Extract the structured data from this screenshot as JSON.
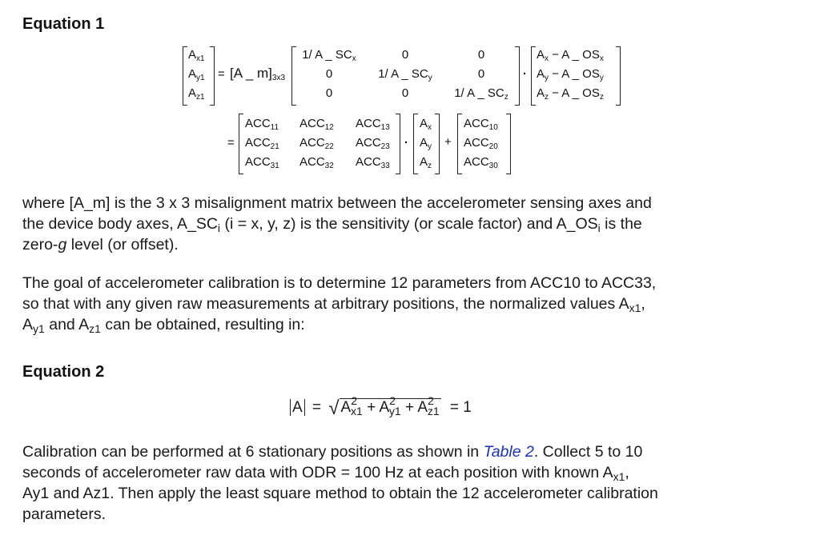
{
  "equation1": {
    "heading": "Equation 1",
    "lhs_vector": [
      {
        "base": "A",
        "sub": "x1"
      },
      {
        "base": "A",
        "sub": "y1"
      },
      {
        "base": "A",
        "sub": "z1"
      }
    ],
    "equals": "=",
    "misalignment": {
      "base": "[A _ m]",
      "sub": "3x3"
    },
    "scale_matrix": [
      [
        {
          "base": "1/ A _ SC",
          "sub": "x"
        },
        {
          "base": "0",
          "sub": ""
        },
        {
          "base": "0",
          "sub": ""
        }
      ],
      [
        {
          "base": "0",
          "sub": ""
        },
        {
          "base": "1/ A _ SC",
          "sub": "y"
        },
        {
          "base": "0",
          "sub": ""
        }
      ],
      [
        {
          "base": "0",
          "sub": ""
        },
        {
          "base": "0",
          "sub": ""
        },
        {
          "base": "1/ A _ SC",
          "sub": "z"
        }
      ]
    ],
    "dot": "·",
    "offset_vector": [
      {
        "a": "A",
        "asub": "x",
        "minus": "−",
        "b": "A _ OS",
        "bsub": "x"
      },
      {
        "a": "A",
        "asub": "y",
        "minus": "−",
        "b": "A _ OS",
        "bsub": "y"
      },
      {
        "a": "A",
        "asub": "z",
        "minus": "−",
        "b": "A _ OS",
        "bsub": "z"
      }
    ],
    "acc_matrix": [
      [
        {
          "base": "ACC",
          "sub": "11"
        },
        {
          "base": "ACC",
          "sub": "12"
        },
        {
          "base": "ACC",
          "sub": "13"
        }
      ],
      [
        {
          "base": "ACC",
          "sub": "21"
        },
        {
          "base": "ACC",
          "sub": "22"
        },
        {
          "base": "ACC",
          "sub": "23"
        }
      ],
      [
        {
          "base": "ACC",
          "sub": "31"
        },
        {
          "base": "ACC",
          "sub": "32"
        },
        {
          "base": "ACC",
          "sub": "33"
        }
      ]
    ],
    "raw_vector": [
      {
        "base": "A",
        "sub": "x"
      },
      {
        "base": "A",
        "sub": "y"
      },
      {
        "base": "A",
        "sub": "z"
      }
    ],
    "plus": "+",
    "acc_offset_vector": [
      {
        "base": "ACC",
        "sub": "10"
      },
      {
        "base": "ACC",
        "sub": "20"
      },
      {
        "base": "ACC",
        "sub": "30"
      }
    ]
  },
  "paragraph1": {
    "line1": "where [A_m] is the 3 x 3 misalignment matrix between the accelerometer sensing axes and",
    "line2_a": "the device body axes, A_SC",
    "line2_sub1": "i",
    "line2_b": " (i = x, y, z) is the sensitivity (or scale factor) and A_OS",
    "line2_sub2": "i",
    "line2_c": " is the",
    "line3_a": "zero-",
    "line3_italic": "g",
    "line3_b": " level (or offset)."
  },
  "paragraph2": {
    "line1": "The goal of accelerometer calibration is to determine 12 parameters from ACC10 to ACC33,",
    "line2_a": "so that with any given raw measurements at arbitrary positions, the normalized values A",
    "line2_sub": "x1",
    "line2_b": ",",
    "line3_a": "A",
    "line3_sub1": "y1",
    "line3_b": " and A",
    "line3_sub2": "z1",
    "line3_c": " can be obtained, resulting in:"
  },
  "equation2": {
    "heading": "Equation 2",
    "lhs": "A",
    "equals": "=",
    "terms": [
      {
        "base": "A",
        "sub": "x1",
        "sup": "2"
      },
      {
        "base": "A",
        "sub": "y1",
        "sup": "2"
      },
      {
        "base": "A",
        "sub": "z1",
        "sup": "2"
      }
    ],
    "plus": "+",
    "rhs": "= 1"
  },
  "paragraph3": {
    "line1_a": "Calibration can be performed at 6 stationary positions as shown in ",
    "line1_link": "Table 2",
    "line1_b": ". Collect 5 to 10",
    "line2_a": "seconds of accelerometer raw data with ODR = 100 Hz at each position with known A",
    "line2_sub": "x1",
    "line2_b": ",",
    "line3": "Ay1 and Az1. Then apply the least square method to obtain the 12 accelerometer calibration",
    "line4": "parameters."
  },
  "colors": {
    "text": "#1a1a1a",
    "link": "#1a33a8",
    "background": "#ffffff"
  }
}
